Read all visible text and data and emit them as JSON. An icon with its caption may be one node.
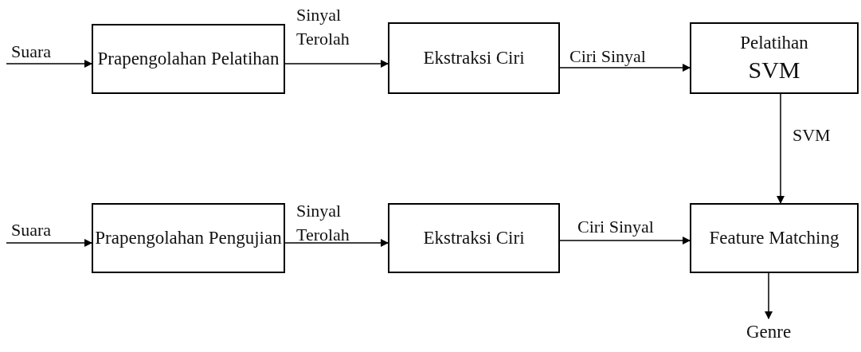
{
  "diagram": {
    "nodes": [
      {
        "text": [
          "Prapengolahan Pelatihan"
        ]
      },
      {
        "text": [
          "Ekstraksi Ciri"
        ]
      },
      {
        "text": [
          "Pelatihan",
          "SVM"
        ]
      },
      {
        "text": [
          "Prapengolahan Pengujian"
        ]
      },
      {
        "text": [
          "Ekstraksi Ciri"
        ]
      },
      {
        "text": [
          "Feature Matching"
        ]
      },
      {
        "text": [
          "Genre"
        ]
      }
    ],
    "edges": [
      {
        "from": null,
        "to": 0,
        "arrow": "to",
        "label": "Suara"
      },
      {
        "from": 0,
        "to": 1,
        "arrow": "to",
        "label": "Sinyal Terolah"
      },
      {
        "from": 1,
        "to": 2,
        "arrow": "to",
        "label": "Ciri Sinyal"
      },
      {
        "from": 2,
        "to": 5,
        "arrow": "to",
        "label": "SVM"
      },
      {
        "from": null,
        "to": 3,
        "arrow": "to",
        "label": "Suara"
      },
      {
        "from": 3,
        "to": 4,
        "arrow": "to",
        "label": "Sinyal Terolah"
      },
      {
        "from": 4,
        "to": 5,
        "arrow": "to",
        "label": "Ciri Sinyal"
      },
      {
        "from": 5,
        "to": 6,
        "arrow": "to"
      }
    ]
  }
}
